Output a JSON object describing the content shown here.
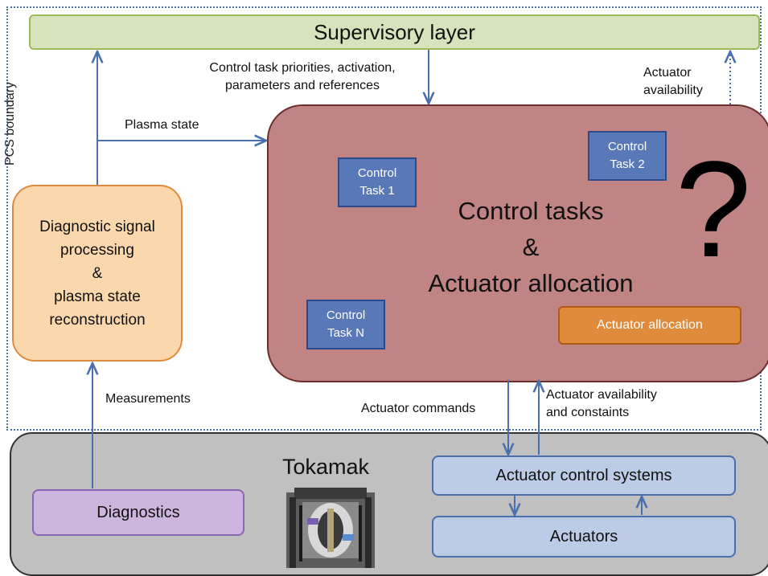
{
  "pcs_boundary": {
    "label": "PCS boundary"
  },
  "supervisory": {
    "label": "Supervisory layer"
  },
  "diagnostic_processing": {
    "lines": [
      "Diagnostic signal",
      "processing",
      "&",
      "plasma state",
      "reconstruction"
    ]
  },
  "control": {
    "title_lines": [
      "Control tasks",
      "&",
      "Actuator allocation"
    ],
    "question_mark": "?",
    "tasks": [
      {
        "lines": [
          "Control",
          "Task 1"
        ]
      },
      {
        "lines": [
          "Control",
          "Task 2"
        ]
      },
      {
        "lines": [
          "Control",
          "Task N"
        ]
      }
    ],
    "actuator_allocation": "Actuator allocation"
  },
  "tokamak": {
    "label": "Tokamak"
  },
  "diagnostics": {
    "label": "Diagnostics"
  },
  "actuator_control_systems": {
    "label": "Actuator control systems"
  },
  "actuators": {
    "label": "Actuators"
  },
  "flows": {
    "priorities_lines": [
      "Control task priorities, activation,",
      "parameters and references"
    ],
    "availability_top_lines": [
      "Actuator",
      "availability"
    ],
    "plasma_state": "Plasma state",
    "measurements": "Measurements",
    "actuator_commands": "Actuator commands",
    "availability_constraints_lines": [
      "Actuator availability",
      "and constaints"
    ]
  }
}
